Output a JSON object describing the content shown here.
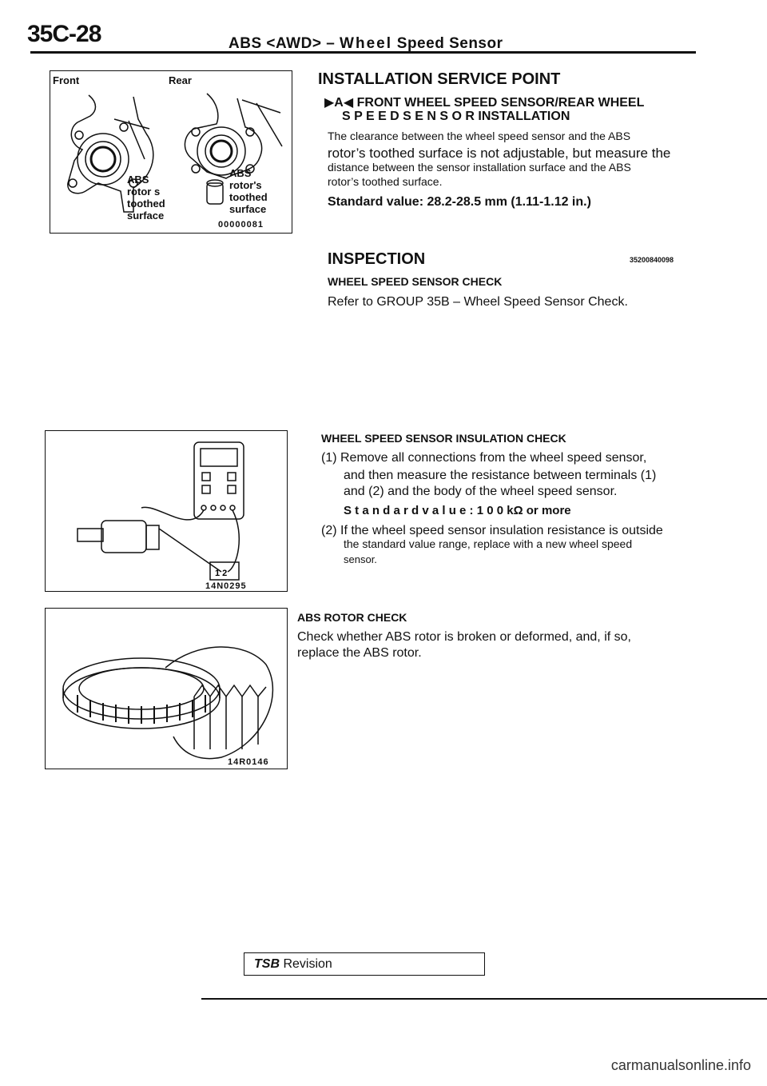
{
  "header": {
    "page_number": "35C-28",
    "running_title_prefix": "ABS <AWD> – ",
    "running_title_word": "Wheel",
    "running_title_rest": "Speed Sensor"
  },
  "figure1": {
    "label_front": "Front",
    "label_rear": "Rear",
    "label_abs_left": "ABS",
    "label_rotors_left": "rotor s",
    "label_toothed_left": "toothed",
    "label_surface_left": "surface",
    "label_abs_right": "ABS",
    "label_rotors_right": "rotor's",
    "label_toothed_right": "toothed",
    "label_surface_right": "surface",
    "figure_id": "00000081"
  },
  "figure2": {
    "figure_id": "14N0295"
  },
  "figure3": {
    "figure_id": "14R0146"
  },
  "installation": {
    "heading": "INSTALLATION SERVICE POINT",
    "marker": "▶A◀",
    "sub_line1": "FRONT WHEEL SPEED SENSOR/REAR WHEEL",
    "sub_line2": "S P E E D   S E N S O R   INSTALLATION",
    "para_line1": "The clearance between the wheel speed sensor and the ABS",
    "para_line2": "rotor’s toothed surface is not adjustable, but measure the",
    "para_line3": "distance between the sensor installation surface and the ABS",
    "para_line4": "rotor’s toothed surface.",
    "standard": "Standard value: 28.2-28.5 mm (1.11-1.12 in.)"
  },
  "inspection": {
    "heading": "INSPECTION",
    "code": "35200840098",
    "check1_heading": "WHEEL SPEED SENSOR CHECK",
    "check1_text": "Refer to GROUP 35B – Wheel Speed Sensor Check.",
    "check2_heading": "WHEEL SPEED SENSOR INSULATION CHECK",
    "step1_line1": "(1) Remove all connections from the wheel speed sensor,",
    "step1_line2": "and then measure the resistance between terminals (1)",
    "step1_line3": "and (2) and the body of the wheel speed sensor.",
    "step1_standard": "S t a n d a r d   v a l u e :   1 0 0   kΩ   or   more",
    "step2_line1": "(2) If the wheel speed sensor insulation resistance is outside",
    "step2_line2": "the standard value range, replace with a new wheel speed",
    "step2_line3": "sensor.",
    "check3_heading": "ABS ROTOR CHECK",
    "check3_line1": "Check whether ABS rotor is broken or deformed, and, if so,",
    "check3_line2": "replace the ABS rotor."
  },
  "footer": {
    "tsb_label": "TSB",
    "tsb_text": "Revision",
    "watermark": "carmanualsonline.info"
  }
}
